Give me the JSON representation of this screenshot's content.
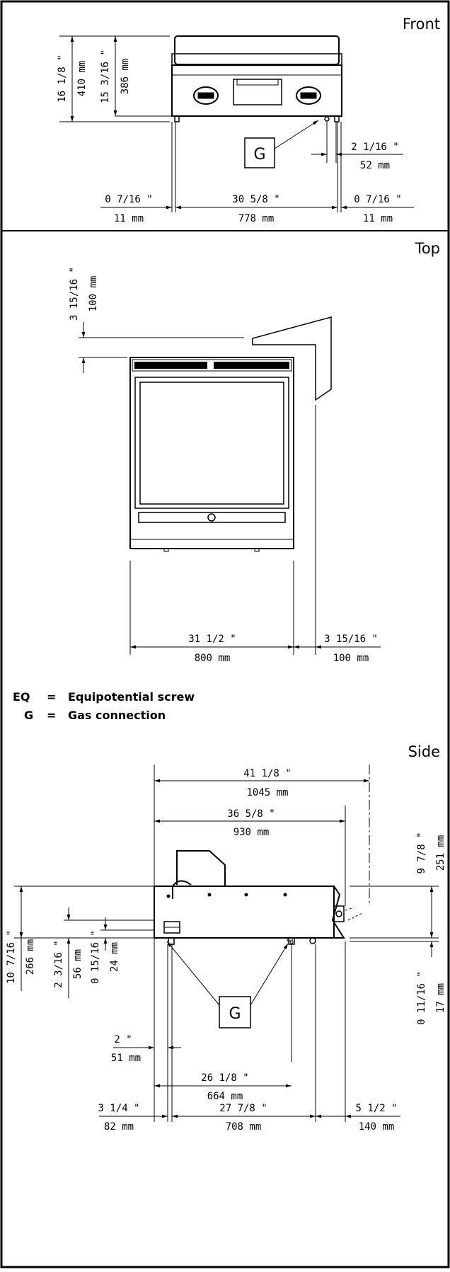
{
  "views": {
    "front": "Front",
    "top": "Top",
    "side": "Side"
  },
  "front": {
    "height_in": "16 1/8 \"",
    "height_mm": "410 mm",
    "height2_in": "15 3/16 \"",
    "height2_mm": "386 mm",
    "gas_label": "G",
    "offset_in": "2 1/16 \"",
    "offset_mm": "52 mm",
    "left_in": "0 7/16 \"",
    "left_mm": "11 mm",
    "width_in": "30 5/8 \"",
    "width_mm": "778 mm",
    "right_in": "0 7/16 \"",
    "right_mm": "11 mm"
  },
  "top": {
    "depth_in": "3 15/16 \"",
    "depth_mm": "100 mm",
    "width_in": "31 1/2 \"",
    "width_mm": "800 mm",
    "side_in": "3 15/16 \"",
    "side_mm": "100 mm"
  },
  "legend": [
    {
      "code": "EQ",
      "eq": "=",
      "text": "Equipotential screw"
    },
    {
      "code": "G",
      "eq": "=",
      "text": "Gas connection"
    }
  ],
  "side": {
    "overall_in": "41 1/8 \"",
    "overall_mm": "1045 mm",
    "depth_in": "36 5/8 \"",
    "depth_mm": "930 mm",
    "top_in": "9 7/8 \"",
    "top_mm": "251 mm",
    "h_in": "10 7/16 \"",
    "h_mm": "266 mm",
    "h2_in": "2 3/16 \"",
    "h2_mm": "56 mm",
    "h3_in": "0 15/16 \"",
    "h3_mm": "24 mm",
    "foot_in": "0 11/16 \"",
    "foot_mm": "17 mm",
    "gas_label": "G",
    "a_in": "2 \"",
    "a_mm": "51 mm",
    "b_in": "26 1/8 \"",
    "b_mm": "664 mm",
    "c_in": "3 1/4 \"",
    "c_mm": "82 mm",
    "d_in": "27 7/8 \"",
    "d_mm": "708 mm",
    "e_in": "5 1/2 \"",
    "e_mm": "140 mm"
  }
}
